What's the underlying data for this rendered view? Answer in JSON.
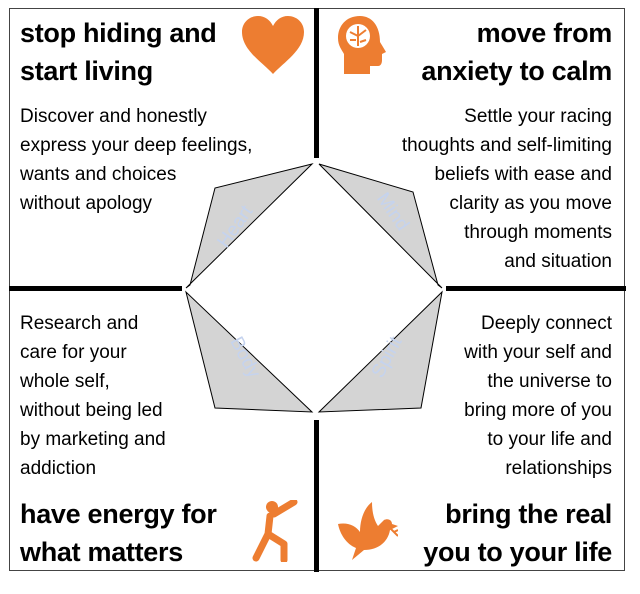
{
  "quadrants": [
    {
      "id": "heart",
      "heading_lines": [
        "stop hiding and",
        "start living"
      ],
      "body_lines": [
        "Discover and honestly",
        "express your deep feelings,",
        "wants and choices",
        "without apology"
      ],
      "icon": "heart-icon",
      "label": "Heart"
    },
    {
      "id": "mind",
      "heading_lines": [
        "move from",
        "anxiety to calm"
      ],
      "body_lines": [
        "Settle your racing",
        "thoughts and self-limiting",
        "beliefs with ease and",
        "clarity as you move",
        "through moments",
        "and situation"
      ],
      "icon": "brain-head-icon",
      "label": "Mind"
    },
    {
      "id": "body",
      "heading_lines": [
        "have energy for",
        "what matters"
      ],
      "body_lines": [
        "Research and",
        "care for your",
        "whole self,",
        "without being led",
        "by marketing and",
        "addiction"
      ],
      "icon": "yoga-pose-icon",
      "label": "Body"
    },
    {
      "id": "spirit",
      "heading_lines": [
        "bring the real",
        "you to your life"
      ],
      "body_lines": [
        "Deeply connect",
        "with your self and",
        "the universe to",
        "bring more of you",
        "to your life and",
        "relationships"
      ],
      "icon": "dove-icon",
      "label": "Spirit"
    }
  ],
  "colors": {
    "accent": "#ED7D31",
    "segment": "#D4D4D4",
    "label": "#C5D3EE"
  }
}
